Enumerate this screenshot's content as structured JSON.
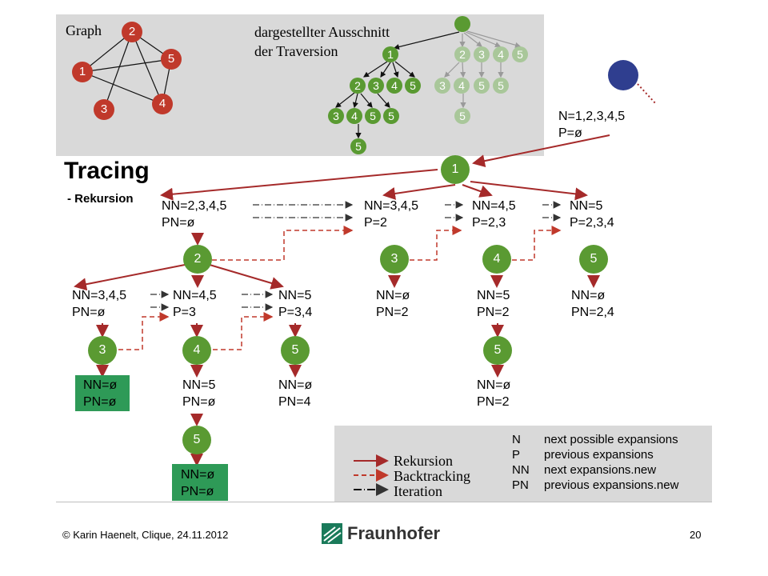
{
  "colors": {
    "node": "#5a9a32",
    "graph_node": "#c0392b",
    "rekursion": "#a52a2a",
    "backtracking": "#c0392b",
    "iteration": "#000000",
    "panel": "#d9d9d9",
    "success_box": "#2e9a57"
  },
  "title": {
    "main": "Tracing",
    "sub": "- Rekursion"
  },
  "graph_panel": {
    "label": "Graph",
    "nodes": [
      "1",
      "2",
      "3",
      "4",
      "5"
    ],
    "excerpt_label": "dargestellter Ausschnitt\nder Traversion",
    "tree_nodes": [
      "1",
      "2",
      "3",
      "4",
      "5",
      "2",
      "3",
      "4",
      "5",
      "3",
      "4",
      "5",
      "5",
      "3",
      "4",
      "5",
      "5",
      "5",
      "5"
    ]
  },
  "root": {
    "label": "N=1,2,3,4,5\nP=ø"
  },
  "level1": {
    "node": "1",
    "states": [
      "NN=2,3,4,5\nPN=ø",
      "NN=3,4,5\nP=2",
      "NN=4,5\nP=2,3",
      "NN=5\nP=2,3,4"
    ],
    "children": [
      "2",
      "3",
      "4",
      "5"
    ]
  },
  "level2": {
    "under_2": [
      "NN=3,4,5\nPN=ø",
      "NN=4,5\nP=3",
      "NN=5\nP=3,4"
    ],
    "under_3": "NN=ø\nPN=2",
    "under_4": "NN=5\nPN=2",
    "under_5": "NN=ø\nPN=2,4",
    "children": [
      "3",
      "4",
      "5",
      "5"
    ]
  },
  "level3": {
    "under_3": "NN=ø\nPN=ø",
    "under_4": "NN=5\nPN=ø",
    "under_5": "NN=ø\nPN=4",
    "under_5b": "NN=ø\nPN=2",
    "child": "5"
  },
  "level4": {
    "under_5": "NN=ø\nPN=ø"
  },
  "legend": {
    "items": [
      "Rekursion",
      "Backtracking",
      "Iteration"
    ],
    "abbrev": [
      {
        "key": "N",
        "desc": "next possible expansions"
      },
      {
        "key": "P",
        "desc": "previous expansions"
      },
      {
        "key": "NN",
        "desc": "next expansions.new"
      },
      {
        "key": "PN",
        "desc": "previous expansions.new"
      }
    ]
  },
  "footer": {
    "copyright": "© Karin  Haenelt, Clique, 24.11.2012",
    "logo": "Fraunhofer",
    "page": "20"
  }
}
